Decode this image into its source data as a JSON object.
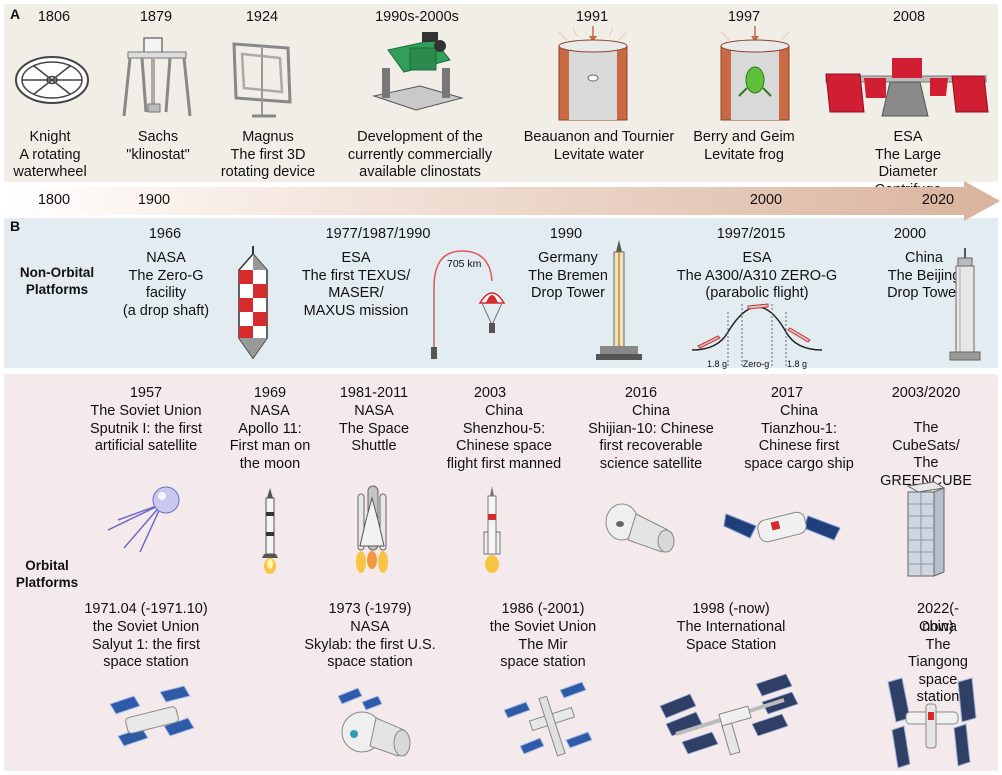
{
  "panel_a": {
    "label": "A",
    "events": [
      {
        "year": "1806",
        "text": "Knight\nA rotating\nwaterwheel",
        "icon": "waterwheel-icon"
      },
      {
        "year": "1879",
        "text": "Sachs\n\"klinostat\"",
        "icon": "klinostat-icon"
      },
      {
        "year": "1924",
        "text": "Magnus\nThe first 3D\nrotating device",
        "icon": "rotating-frame-icon"
      },
      {
        "year": "1990s-2000s",
        "text": "Development of the\ncurrently commercially\navailable clinostats",
        "icon": "clinostat-icon"
      },
      {
        "year": "1991",
        "text": "Beauanon and Tournier\nLevitate water",
        "icon": "magnet-water-icon"
      },
      {
        "year": "1997",
        "text": "Berry and Geim\nLevitate frog",
        "icon": "magnet-frog-icon"
      },
      {
        "year": "2008",
        "text": "ESA\nThe Large\nDiameter Centrifuge",
        "icon": "centrifuge-icon"
      }
    ],
    "axis_labels": [
      "1800",
      "1900",
      "2000",
      "2020"
    ]
  },
  "panel_b": {
    "label": "B",
    "non_orbital_label": "Non-Orbital\nPlatforms",
    "non_orbital": [
      {
        "year": "1966",
        "text": "NASA\nThe Zero-G\nfacility\n(a drop shaft)",
        "icon": "drop-capsule-icon"
      },
      {
        "year": "1977/1987/1990",
        "text": "ESA\nThe first TEXUS/\nMASER/\nMAXUS mission",
        "icon": "sounding-rocket-icon"
      },
      {
        "year": "1990",
        "text": "Germany\nThe Bremen\nDrop Tower",
        "icon": "bremen-tower-icon"
      },
      {
        "year": "1997/2015",
        "text": "ESA\nThe A300/A310 ZERO-G\n(parabolic flight)",
        "icon": "parabolic-flight-icon"
      },
      {
        "year": "2000",
        "text": "China\nThe Beijing\nDrop Tower",
        "icon": "beijing-tower-icon"
      }
    ],
    "altitude_label": "705 km",
    "parabola_labels": [
      "1.8 g",
      "Zero-g",
      "1.8 g"
    ],
    "orbital_label": "Orbital\nPlatforms",
    "orbital_top": [
      {
        "year": "1957",
        "text": "The Soviet Union\nSputnik I: the first\nartificial satellite",
        "icon": "sputnik-icon"
      },
      {
        "year": "1969",
        "text": "NASA\nApollo 11:\nFirst man on\nthe moon",
        "icon": "saturn-rocket-icon"
      },
      {
        "year": "1981-2011",
        "text": "NASA\nThe Space\nShuttle",
        "icon": "space-shuttle-icon"
      },
      {
        "year": "2003",
        "text": "China\nShenzhou-5:\nChinese space\nflight first manned",
        "icon": "long-march-rocket-icon"
      },
      {
        "year": "2016",
        "text": "China\nShijian-10: Chinese\nfirst recoverable\nscience satellite",
        "icon": "capsule-icon"
      },
      {
        "year": "2017",
        "text": "China\nTianzhou-1:\nChinese first\nspace cargo ship",
        "icon": "cargo-ship-icon"
      },
      {
        "year": "2003/2020",
        "text": "The CubeSats/\nThe GREENCUBE",
        "icon": "cubesat-icon"
      }
    ],
    "orbital_bottom": [
      {
        "year": "1971.04 (-1971.10)",
        "text": "the Soviet Union\nSalyut 1: the first\nspace station",
        "icon": "salyut-icon"
      },
      {
        "year": "1973 (-1979)",
        "text": "NASA\nSkylab: the first U.S.\nspace station",
        "icon": "skylab-icon"
      },
      {
        "year": "1986 (-2001)",
        "text": "the Soviet Union\nThe Mir\nspace station",
        "icon": "mir-icon"
      },
      {
        "year": "1998 (-now)",
        "text": "The International\nSpace Station",
        "icon": "iss-icon"
      },
      {
        "year": "2022(-now)",
        "text": "China\nThe Tiangong\nspace station",
        "icon": "tiangong-icon"
      }
    ]
  },
  "colors": {
    "panel_a_bg": "#f1eee8",
    "non_orbital_bg": "#e3edf1",
    "orbital_bg": "#f4e9eb",
    "arrow": "#d9b39d",
    "magnet": "#c96a45",
    "centrifuge_red": "#d21e32",
    "clinostat_green": "#2f9f5a"
  }
}
